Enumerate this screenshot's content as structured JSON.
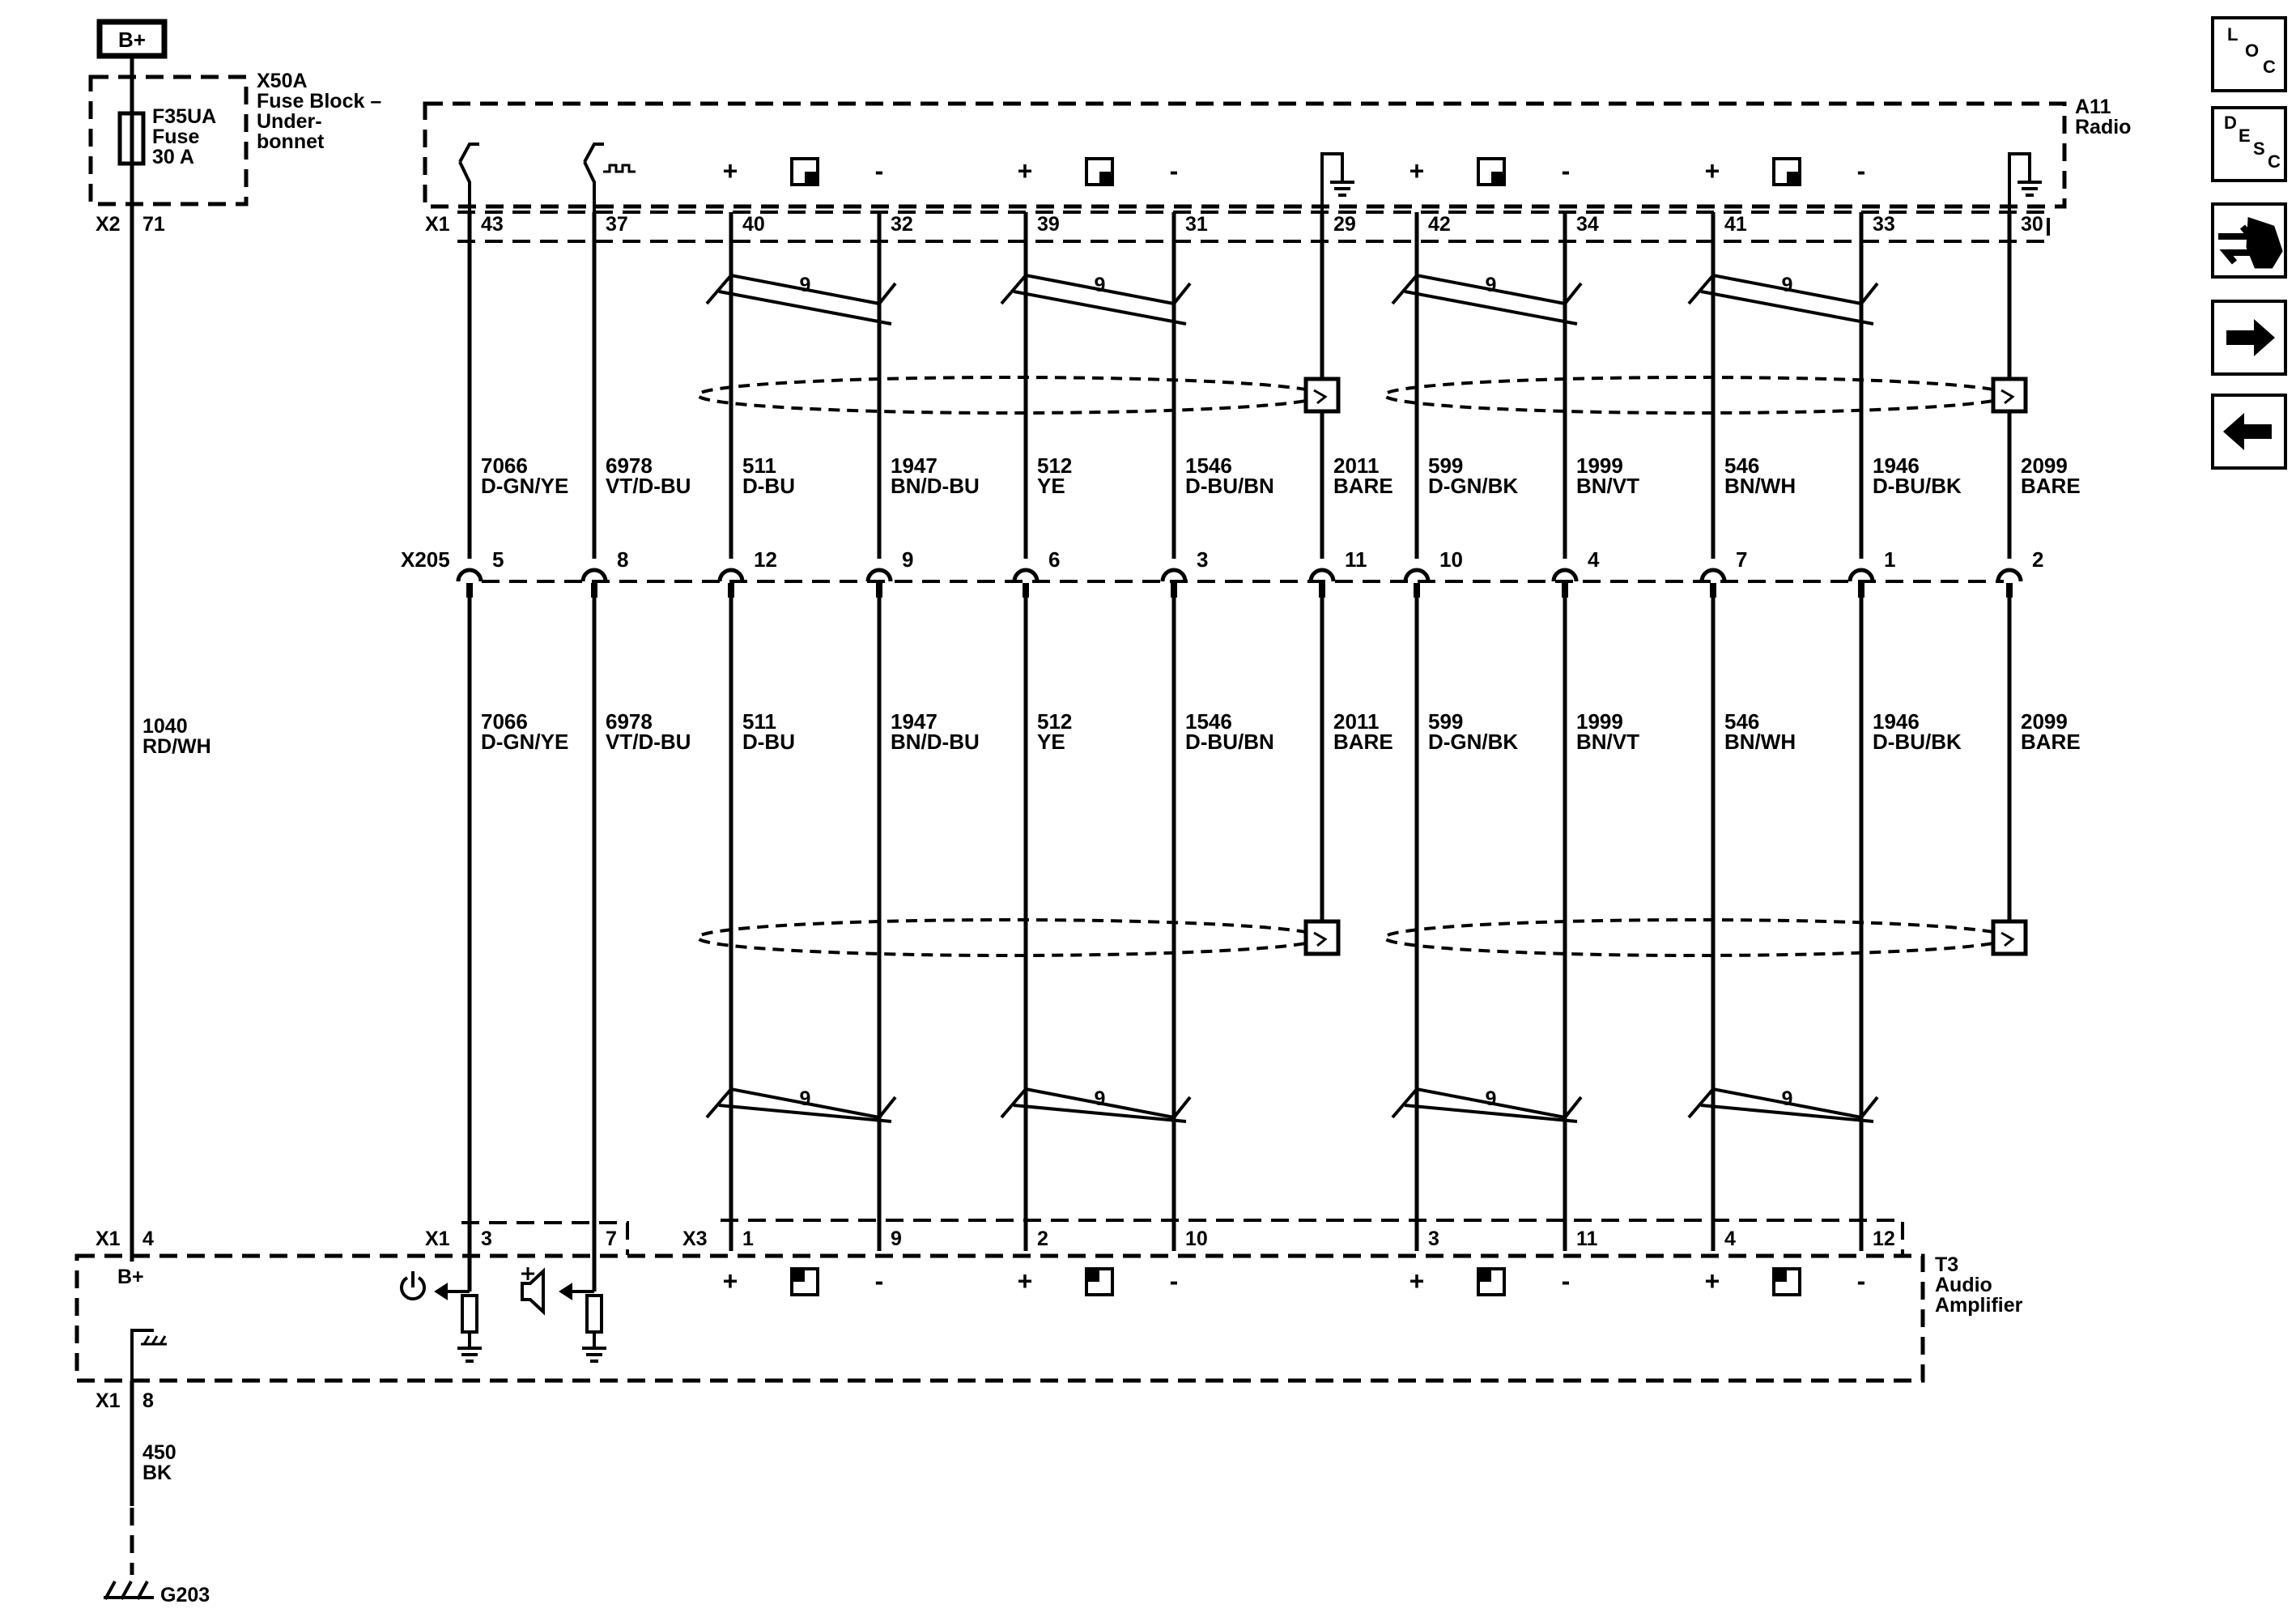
{
  "power_source": "B+",
  "fuse_block": {
    "title_lines": [
      "X50A",
      "Fuse Block –",
      "Under-",
      "bonnet"
    ],
    "fuse_lines": [
      "F35UA",
      "Fuse",
      "30 A"
    ],
    "connector": "X2",
    "pin": "71"
  },
  "power_wire": {
    "circuit": "1040",
    "color": "RD/WH"
  },
  "radio": {
    "title_lines": [
      "A11",
      "Radio"
    ],
    "connector": "X1",
    "pins": [
      "43",
      "37",
      "40",
      "32",
      "39",
      "31",
      "29",
      "42",
      "34",
      "41",
      "33",
      "30"
    ],
    "polarity": [
      "+",
      "-",
      "+",
      "-",
      "+",
      "-",
      "+",
      "-"
    ]
  },
  "twist_count": "9",
  "wires": [
    {
      "circuit": "7066",
      "color": "D-GN/YE",
      "x205_pin": "5"
    },
    {
      "circuit": "6978",
      "color": "VT/D-BU",
      "x205_pin": "8"
    },
    {
      "circuit": "511",
      "color": "D-BU",
      "x205_pin": "12"
    },
    {
      "circuit": "1947",
      "color": "BN/D-BU",
      "x205_pin": "9"
    },
    {
      "circuit": "512",
      "color": "YE",
      "x205_pin": "6"
    },
    {
      "circuit": "1546",
      "color": "D-BU/BN",
      "x205_pin": "3"
    },
    {
      "circuit": "2011",
      "color": "BARE",
      "x205_pin": "11"
    },
    {
      "circuit": "599",
      "color": "D-GN/BK",
      "x205_pin": "10"
    },
    {
      "circuit": "1999",
      "color": "BN/VT",
      "x205_pin": "4"
    },
    {
      "circuit": "546",
      "color": "BN/WH",
      "x205_pin": "7"
    },
    {
      "circuit": "1946",
      "color": "D-BU/BK",
      "x205_pin": "1"
    },
    {
      "circuit": "2099",
      "color": "BARE",
      "x205_pin": "2"
    }
  ],
  "inline_connector": "X205",
  "amplifier": {
    "title_lines": [
      "T3",
      "Audio",
      "Amplifier"
    ],
    "x1_connector": "X1",
    "x1_pins": [
      "3",
      "7"
    ],
    "x3_connector": "X3",
    "x3_pins": [
      "1",
      "9",
      "2",
      "10",
      "3",
      "11",
      "4",
      "12"
    ],
    "power_connector": "X1",
    "power_pin": "4",
    "power_label": "B+",
    "ground_connector": "X1",
    "ground_pin": "8",
    "polarity": [
      "+",
      "-",
      "+",
      "-",
      "+",
      "-",
      "+",
      "-"
    ]
  },
  "ground_wire": {
    "circuit": "450",
    "color": "BK"
  },
  "ground_point": "G203",
  "side_buttons": [
    {
      "icon": "location-icon",
      "letters": [
        "L",
        "O",
        "C"
      ]
    },
    {
      "icon": "description-icon",
      "letters": [
        "D",
        "E",
        "S",
        "C"
      ]
    },
    {
      "icon": "repair-tools-icon"
    },
    {
      "icon": "arrow-right-icon"
    },
    {
      "icon": "arrow-left-icon"
    }
  ]
}
